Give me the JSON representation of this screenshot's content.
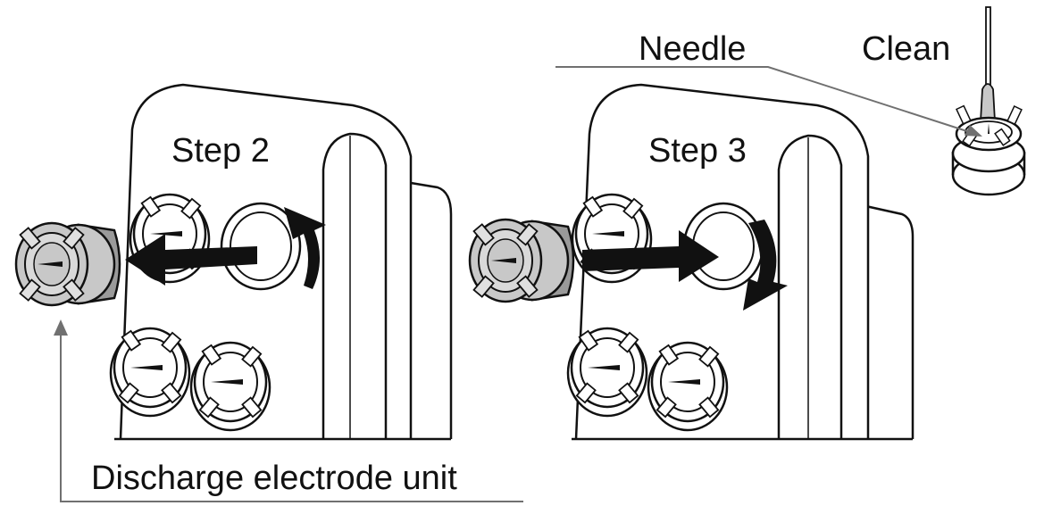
{
  "labels": {
    "step2": "Step 2",
    "step3": "Step 3",
    "needle": "Needle",
    "clean": "Clean",
    "discharge": "Discharge electrode unit"
  },
  "colors": {
    "line": "#111111",
    "unit_fill": "#c8c8c8",
    "unit_dark": "#9a9a9a",
    "paper": "#ffffff",
    "callout": "#707070"
  }
}
